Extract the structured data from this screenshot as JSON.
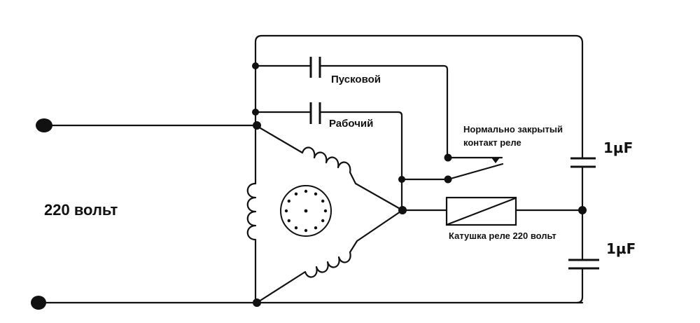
{
  "diagram": {
    "title": "Подключение трёхфазного двигателя к сети 220 В через конденсаторы и реле",
    "labels": {
      "supply": "220 вольт",
      "start_capacitor": "Пусковой",
      "run_capacitor": "Рабочий",
      "relay_contact_line1": "Нормально закрытый",
      "relay_contact_line2": "контакт реле",
      "relay_coil": "Катушка реле 220 вольт",
      "cap_upper": "1µF",
      "cap_lower": "1µF"
    },
    "components": [
      {
        "id": "supply-terminal-top",
        "type": "terminal"
      },
      {
        "id": "supply-terminal-bottom",
        "type": "terminal"
      },
      {
        "id": "start-capacitor",
        "type": "capacitor",
        "label": "Пусковой"
      },
      {
        "id": "run-capacitor",
        "type": "capacitor",
        "label": "Рабочий"
      },
      {
        "id": "motor-winding-left",
        "type": "inductor"
      },
      {
        "id": "motor-winding-upper",
        "type": "inductor"
      },
      {
        "id": "motor-winding-lower",
        "type": "inductor"
      },
      {
        "id": "rotor",
        "type": "rotor"
      },
      {
        "id": "relay-contact",
        "type": "switch-nc",
        "label": "Нормально закрытый контакт реле"
      },
      {
        "id": "relay-coil",
        "type": "relay-coil",
        "label": "Катушка реле 220 вольт"
      },
      {
        "id": "capacitor-upper",
        "type": "capacitor",
        "value": "1µF"
      },
      {
        "id": "capacitor-lower",
        "type": "capacitor",
        "value": "1µF"
      }
    ],
    "colors": {
      "line": "#111111",
      "background": "#ffffff"
    }
  }
}
